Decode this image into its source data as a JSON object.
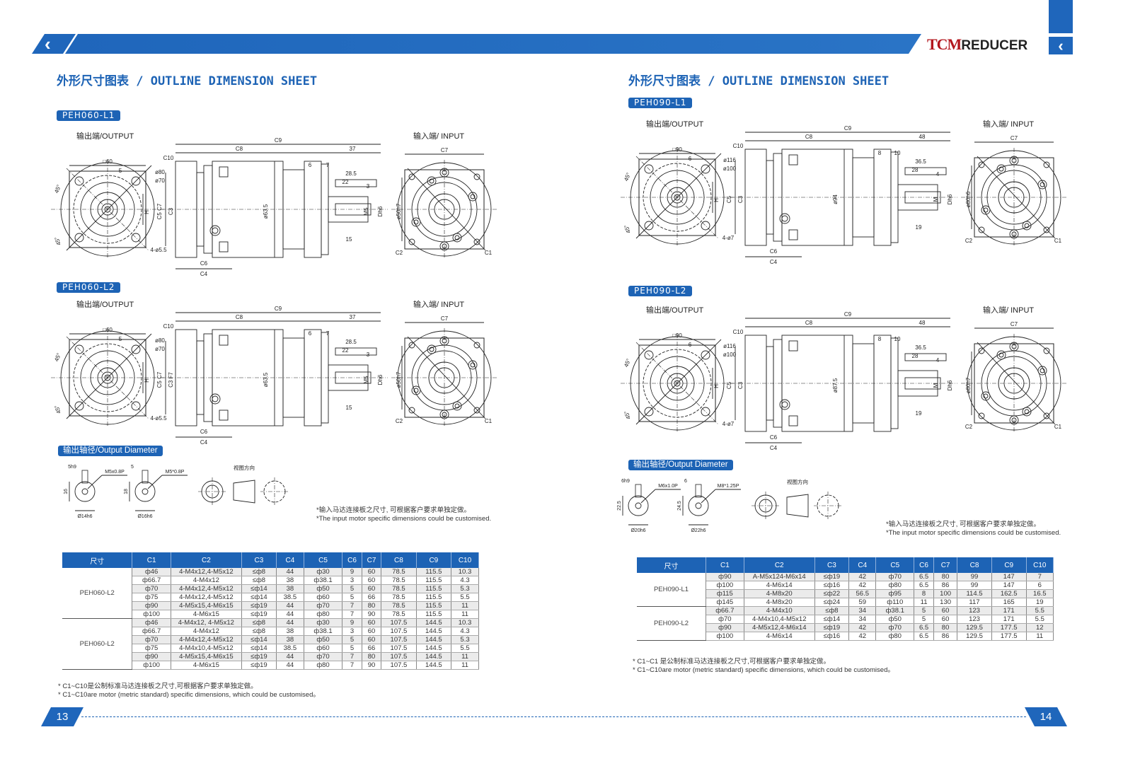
{
  "header": {
    "logo_brand": "TCM",
    "logo_suffix": "REDUCER",
    "back_icon": "chevron-left",
    "nav_icon": "chevron-left"
  },
  "left_page": {
    "title": "外形尺寸图表 / OUTLINE DIMENSION SHEET",
    "page_number": "13",
    "groups": [
      {
        "badge": "PEH060-L1",
        "output_label": "输出端/OUTPUT",
        "input_label": "输入端/ INPUT",
        "front": [
          "□60",
          "5",
          "ø80",
          "ø70",
          "H",
          "45°",
          "45°",
          "4-ø5.5"
        ],
        "side": [
          "C9",
          "C8",
          "C10",
          "37",
          "6",
          "7",
          "28.5",
          "22",
          "3",
          "M5",
          "Dh6",
          "ø50h7",
          "ø63.5",
          "15",
          "C5 C7",
          "C3",
          "C6",
          "C4"
        ],
        "input": [
          "C7",
          "C2",
          "C1"
        ]
      },
      {
        "badge": "PEH060-L2",
        "output_label": "输出端/OUTPUT",
        "input_label": "输入端/ INPUT",
        "front": [
          "□60",
          "5",
          "ø80",
          "ø70",
          "H",
          "45°",
          "45°",
          "4-ø5.5"
        ],
        "side": [
          "C9",
          "C8",
          "C10",
          "37",
          "6",
          "7",
          "28.5",
          "22",
          "3",
          "M5",
          "Dh6",
          "ø50h7",
          "ø63.5",
          "15",
          "C5 C7",
          "C3 F7",
          "C6",
          "C4"
        ],
        "input": [
          "C7",
          "C2",
          "C1"
        ]
      }
    ],
    "output_diameter": {
      "badge": "输出轴径/Output Diameter",
      "view_direction": "视图方向",
      "shafts": [
        [
          "5h9",
          "M5x0.8P",
          "16",
          "Ø14h6"
        ],
        [
          "5",
          "M5*0.8P",
          "18",
          "Ø16h6"
        ]
      ]
    },
    "input_note": [
      "*输入马达连接板之尺寸, 可根据客户要求单独定做。",
      "*The input motor specific dimensions could be customised."
    ],
    "table": {
      "headers": [
        "尺寸",
        "C1",
        "C2",
        "C3",
        "C4",
        "C5",
        "C6",
        "C7",
        "C8",
        "C9",
        "C10"
      ],
      "groups": [
        {
          "model": "PEH060-L2",
          "rows": [
            [
              "ф46",
              "4-M4x12,4-M5x12",
              "≤ф8",
              "44",
              "ф30",
              "9",
              "60",
              "78.5",
              "115.5",
              "10.3"
            ],
            [
              "ф66.7",
              "4-M4x12",
              "≤ф8",
              "38",
              "ф38.1",
              "3",
              "60",
              "78.5",
              "115.5",
              "4.3"
            ],
            [
              "ф70",
              "4-M4x12,4-M5x12",
              "≤ф14",
              "38",
              "ф50",
              "5",
              "60",
              "78.5",
              "115.5",
              "5.3"
            ],
            [
              "ф75",
              "4-M4x12,4-M5x12",
              "≤ф14",
              "38.5",
              "ф60",
              "5",
              "66",
              "78.5",
              "115.5",
              "5.5"
            ],
            [
              "ф90",
              "4-M5x15,4-M6x15",
              "≤ф19",
              "44",
              "ф70",
              "7",
              "80",
              "78.5",
              "115.5",
              "11"
            ],
            [
              "ф100",
              "4-M6x15",
              "≤ф19",
              "44",
              "ф80",
              "7",
              "90",
              "78.5",
              "115.5",
              "11"
            ]
          ]
        },
        {
          "model": "PEH060-L2",
          "rows": [
            [
              "ф46",
              "4-M4x12, 4-M5x12",
              "≤ф8",
              "44",
              "ф30",
              "9",
              "60",
              "107.5",
              "144.5",
              "10.3"
            ],
            [
              "ф66.7",
              "4-M4x12",
              "≤ф8",
              "38",
              "ф38.1",
              "3",
              "60",
              "107.5",
              "144.5",
              "4.3"
            ],
            [
              "ф70",
              "4-M4x12,4-M5x12",
              "≤ф14",
              "38",
              "ф50",
              "5",
              "60",
              "107.5",
              "144.5",
              "5.3"
            ],
            [
              "ф75",
              "4-M4x10,4-M5x12",
              "≤ф14",
              "38.5",
              "ф60",
              "5",
              "66",
              "107.5",
              "144.5",
              "5.5"
            ],
            [
              "ф90",
              "4-M5x15,4-M6x15",
              "≤ф19",
              "44",
              "ф70",
              "7",
              "80",
              "107.5",
              "144.5",
              "11"
            ],
            [
              "ф100",
              "4-M6x15",
              "≤ф19",
              "44",
              "ф80",
              "7",
              "90",
              "107.5",
              "144.5",
              "11"
            ]
          ]
        }
      ]
    },
    "footnotes": [
      "* C1~C10是公制标准马达连接板之尺寸,可根据客户要求单独定做。",
      "* C1~C10are motor (metric standard) specific dimensions, which could be customised。"
    ]
  },
  "right_page": {
    "title": "外形尺寸图表 / OUTLINE DIMENSION SHEET",
    "page_number": "14",
    "groups": [
      {
        "badge": "PEH090-L1",
        "output_label": "输出端/OUTPUT",
        "input_label": "输入端/ INPUT",
        "front": [
          "□90",
          "6",
          "ø116",
          "ø100",
          "H",
          "45°",
          "45°",
          "4-ø7"
        ],
        "side": [
          "C9",
          "C8",
          "C10",
          "48",
          "8",
          "10",
          "36.5",
          "28",
          "4",
          "M",
          "Dh6",
          "ø80h6",
          "ø94",
          "19",
          "C5",
          "C3",
          "C6",
          "C4"
        ],
        "input": [
          "C7",
          "C2",
          "C1"
        ]
      },
      {
        "badge": "PEH090-L2",
        "output_label": "输出端/OUTPUT",
        "input_label": "输入端/ INPUT",
        "front": [
          "□90",
          "6",
          "ø116",
          "ø100",
          "H",
          "45°",
          "45°",
          "4-ø7"
        ],
        "side": [
          "C9",
          "C8",
          "C10",
          "48",
          "8",
          "10",
          "36.5",
          "28",
          "4",
          "M",
          "Dh6",
          "ø80h7",
          "ø87.5",
          "19",
          "C5",
          "C3",
          "C6",
          "C4"
        ],
        "input": [
          "C7",
          "C2",
          "C1"
        ]
      }
    ],
    "output_diameter": {
      "badge": "输出轴径/Output Diameter",
      "view_direction": "视图方向",
      "shafts": [
        [
          "6h9",
          "M6x1.0P",
          "22.5",
          "Ø20h6"
        ],
        [
          "6",
          "M8*1.25P",
          "24.5",
          "Ø22h6"
        ]
      ]
    },
    "input_note": [
      "*输入马达连接板之尺寸, 可根据客户要求单独定做。",
      "*The input motor specific dimensions could be customised."
    ],
    "table": {
      "headers": [
        "尺寸",
        "C1",
        "C2",
        "C3",
        "C4",
        "C5",
        "C6",
        "C7",
        "C8",
        "C9",
        "C10"
      ],
      "groups": [
        {
          "model": "PEH090-L1",
          "rows": [
            [
              "ф90",
              "A-M5x124-M6x14",
              "≤ф19",
              "42",
              "ф70",
              "6.5",
              "80",
              "99",
              "147",
              "7"
            ],
            [
              "ф100",
              "4-M6x14",
              "≤ф16",
              "42",
              "ф80",
              "6.5",
              "86",
              "99",
              "147",
              "6"
            ],
            [
              "ф115",
              "4-M8x20",
              "≤ф22",
              "56.5",
              "ф95",
              "8",
              "100",
              "114.5",
              "162.5",
              "16.5"
            ],
            [
              "ф145",
              "4-M8x20",
              "≤ф24",
              "59",
              "ф110",
              "11",
              "130",
              "117",
              "165",
              "19"
            ]
          ]
        },
        {
          "model": "PEH090-L2",
          "rows": [
            [
              "ф66.7",
              "4-M4x10",
              "≤ф8",
              "34",
              "ф38.1",
              "5",
              "60",
              "123",
              "171",
              "5.5"
            ],
            [
              "ф70",
              "4-M4x10,4-M5x12",
              "≤ф14",
              "34",
              "ф50",
              "5",
              "60",
              "123",
              "171",
              "5.5"
            ],
            [
              "ф90",
              "4-M5x12,4-M6x14",
              "≤ф19",
              "42",
              "ф70",
              "6.5",
              "80",
              "129.5",
              "177.5",
              "12"
            ],
            [
              "ф100",
              "4-M6x14",
              "≤ф16",
              "42",
              "ф80",
              "6.5",
              "86",
              "129.5",
              "177.5",
              "11"
            ]
          ]
        }
      ]
    },
    "footnotes": [
      "* C1~C1  是公制标准马达连接板之尺寸,可根据客户要求单独定做。",
      "* C1~C10are motor (metric standard) specific dimensions, which could be customised。"
    ]
  },
  "colors": {
    "accent": "#1d63b5",
    "logo_red": "#b3161d"
  }
}
